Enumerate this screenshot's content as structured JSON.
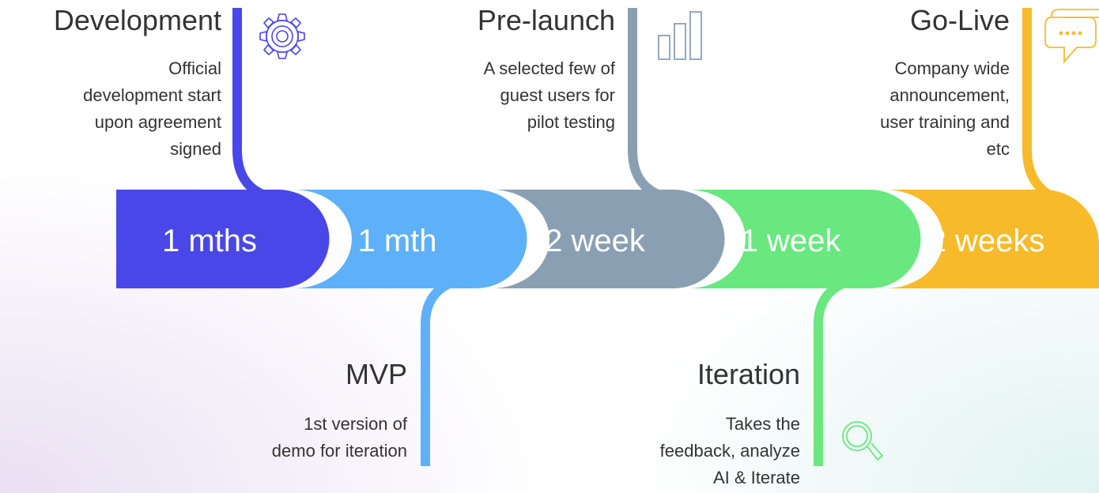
{
  "phases": [
    {
      "duration": "1 mths",
      "title": "Development",
      "description": [
        "Official",
        "development start",
        "upon agreement",
        "signed"
      ],
      "color": "#4a47e8",
      "icon": "gear-icon"
    },
    {
      "duration": "1 mth",
      "title": "MVP",
      "description": [
        "1st version of",
        "demo for iteration"
      ],
      "color": "#5eb0f8"
    },
    {
      "duration": "2 week",
      "title": "Pre-launch",
      "description": [
        "A selected few of",
        "guest users for",
        "pilot testing"
      ],
      "color": "#8aa0b2",
      "icon": "bar-chart-icon"
    },
    {
      "duration": "1 week",
      "title": "Iteration",
      "description": [
        "Takes the",
        "feedback, analyze",
        "AI & Iterate"
      ],
      "color": "#68e87e",
      "icon": "search-icon"
    },
    {
      "duration": "2 weeks",
      "title": "Go-Live",
      "description": [
        "Company wide",
        "announcement,",
        "user training and",
        "etc"
      ],
      "color": "#f7ba2a",
      "icon": "chat-bubble-icon"
    }
  ]
}
